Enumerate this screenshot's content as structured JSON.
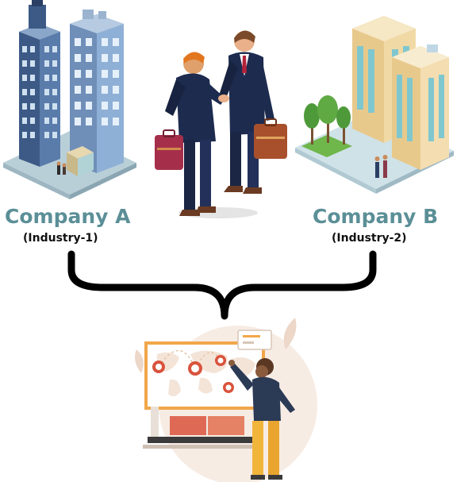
{
  "left_node": {
    "title": "Company A",
    "subtitle": "(Industry-1)"
  },
  "right_node": {
    "title": "Company B",
    "subtitle": "(Industry-2)"
  },
  "colors": {
    "label_teal": "#5b8f97",
    "connector": "#000000",
    "suit_navy": "#1d2b4f",
    "building_blue": "#6f8fb8",
    "building_cream": "#f1d9a6",
    "briefcase_brown": "#a8502c",
    "map_orange": "#f1a64a",
    "pin_red": "#d9533d",
    "grass_green": "#6fb64b"
  },
  "icons": {
    "left_illustration": "office-skyscrapers-icon",
    "center_illustration": "business-handshake-icon",
    "right_illustration": "apartment-buildings-icon",
    "bottom_illustration": "global-logistics-map-icon"
  }
}
